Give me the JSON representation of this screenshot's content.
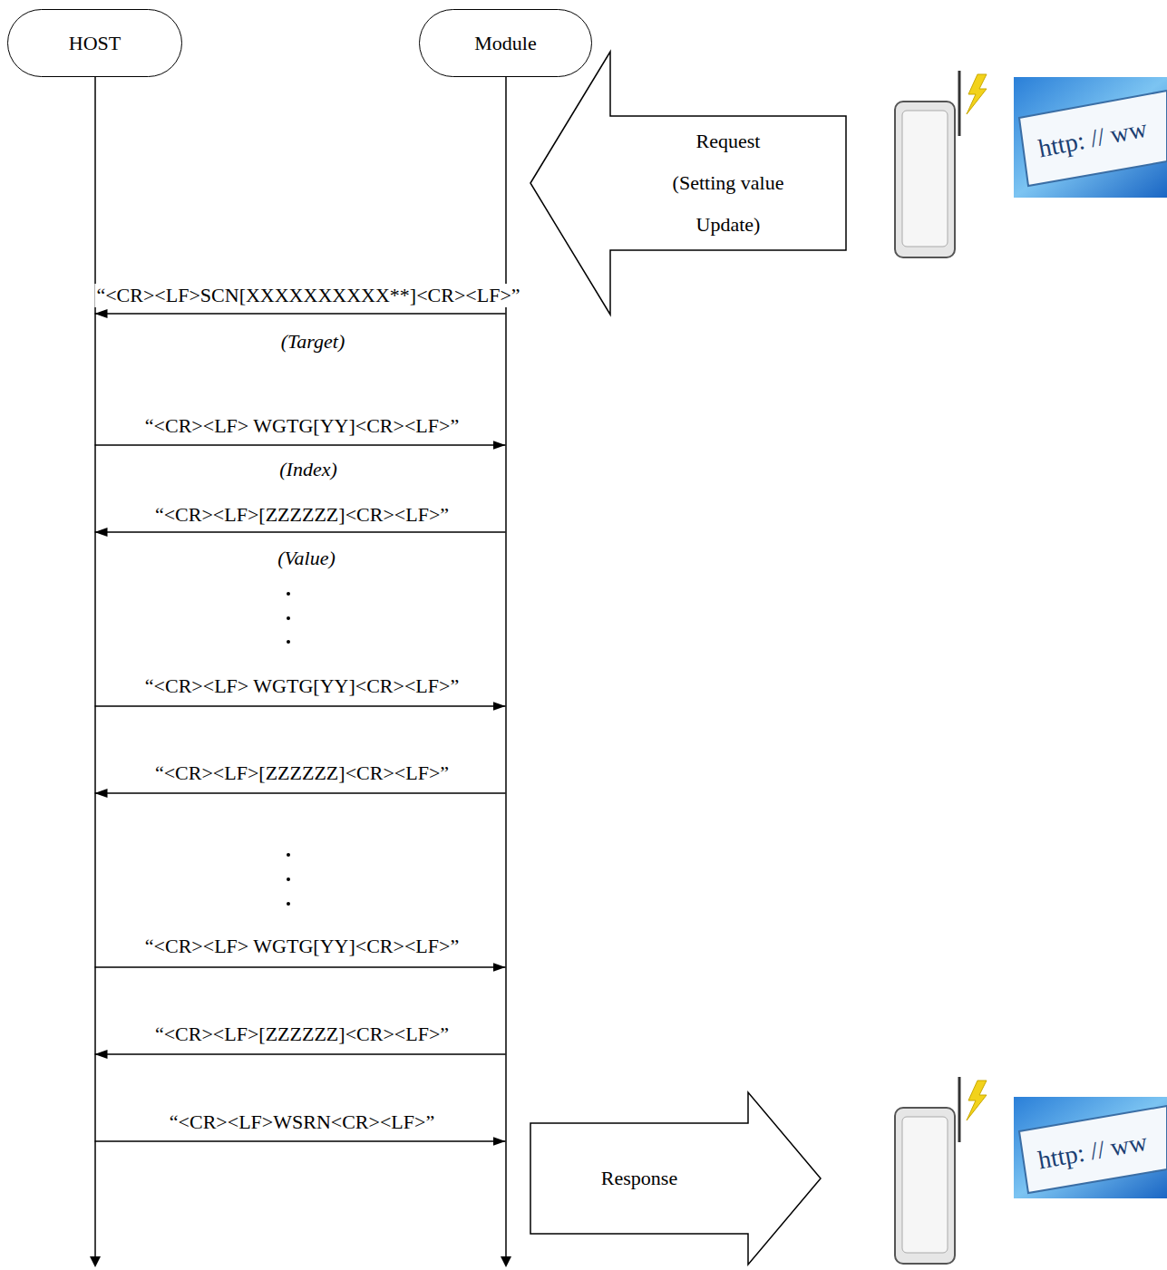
{
  "diagram": {
    "nodes": [
      {
        "text": [
          "HOST"
        ]
      },
      {
        "text": [
          "Module"
        ]
      },
      {
        "text": [
          "Request (Setting value Update)"
        ]
      },
      {
        "text": [
          "Response"
        ]
      }
    ],
    "edges": [
      {
        "from": 1,
        "to": 0,
        "arrow": "to",
        "label": "“<CR><LF>SCN[XXXXXXXXXX**]<CR><LF>”"
      },
      {
        "from": 0,
        "to": 1,
        "arrow": "to",
        "label": "“<CR><LF> WGTG[YY]<CR><LF>”"
      },
      {
        "from": 1,
        "to": 0,
        "arrow": "to",
        "label": "“<CR><LF>[ZZZZZZ]<CR><LF>”"
      },
      {
        "from": 0,
        "to": 1,
        "arrow": "to",
        "label": "“<CR><LF> WGTG[YY]<CR><LF>”"
      },
      {
        "from": 1,
        "to": 0,
        "arrow": "to",
        "label": "“<CR><LF>[ZZZZZZ]<CR><LF>”"
      },
      {
        "from": 0,
        "to": 1,
        "arrow": "to",
        "label": "“<CR><LF> WGTG[YY]<CR><LF>”"
      },
      {
        "from": 1,
        "to": 0,
        "arrow": "to",
        "label": "“<CR><LF>[ZZZZZZ]<CR><LF>”"
      },
      {
        "from": 0,
        "to": 1,
        "arrow": "to",
        "label": "“<CR><LF>WSRN<CR><LF>”"
      }
    ],
    "labels": [
      "(Target)",
      "(Index)",
      "(Value)",
      "http: // ww",
      "http: // ww"
    ]
  }
}
